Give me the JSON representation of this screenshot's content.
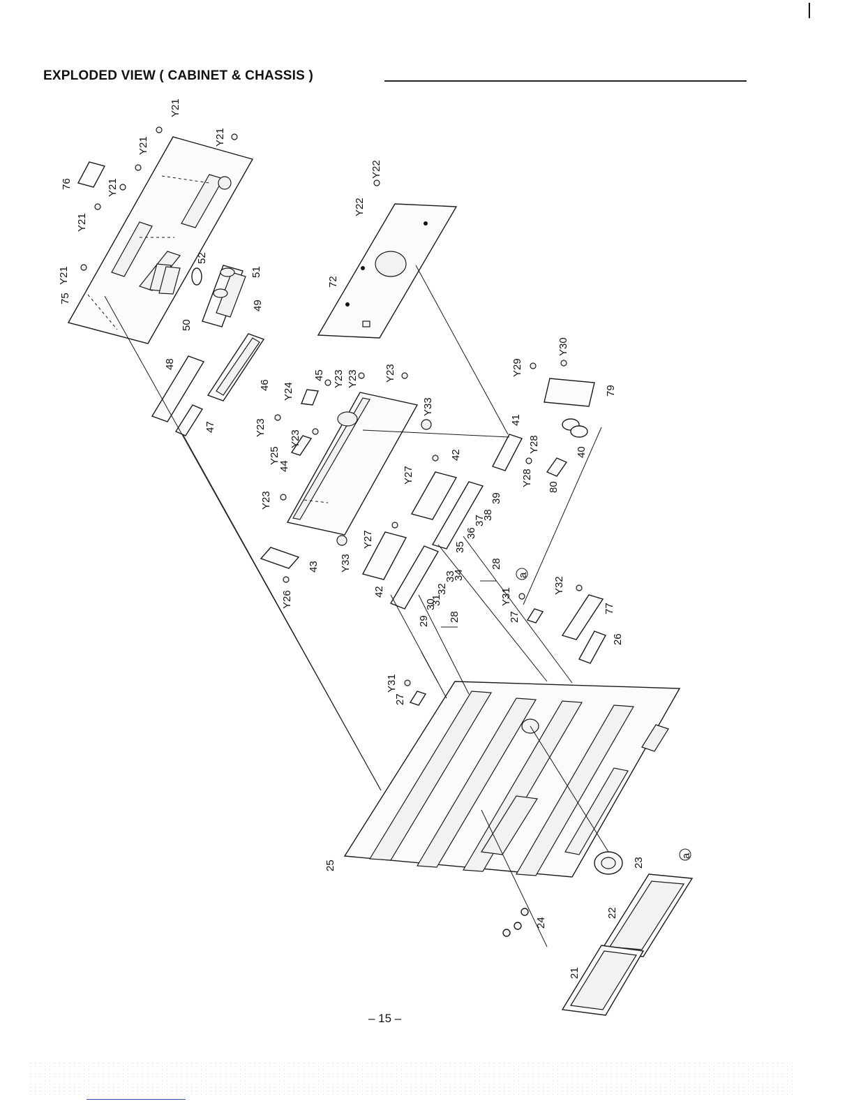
{
  "header": {
    "title": "EXPLODED VIEW ( CABINET & CHASSIS  )"
  },
  "footer": {
    "page_number": "– 15 –"
  },
  "callouts": {
    "y21": "Y21",
    "y22": "Y22",
    "y23": "Y23",
    "y24": "Y24",
    "y25": "Y25",
    "y26": "Y26",
    "y27": "Y27",
    "y28": "Y28",
    "y29": "Y29",
    "y30": "Y30",
    "y31": "Y31",
    "y32": "Y32",
    "y33": "Y33",
    "p21": "21",
    "p22": "22",
    "p23": "23",
    "p24": "24",
    "p25": "25",
    "p26": "26",
    "p27": "27",
    "p28": "28",
    "p29": "29",
    "p30": "30",
    "p31": "31",
    "p32": "32",
    "p33": "33",
    "p34": "34",
    "p35": "35",
    "p36": "36",
    "p37": "37",
    "p38": "38",
    "p39": "39",
    "p40": "40",
    "p41": "41",
    "p42": "42",
    "p43": "43",
    "p44": "44",
    "p45": "45",
    "p46": "46",
    "p47": "47",
    "p48": "48",
    "p49": "49",
    "p50": "50",
    "p51": "51",
    "p52": "52",
    "p72": "72",
    "p75": "75",
    "p76": "76",
    "p77": "77",
    "p79": "79",
    "p80": "80",
    "a": "a"
  }
}
